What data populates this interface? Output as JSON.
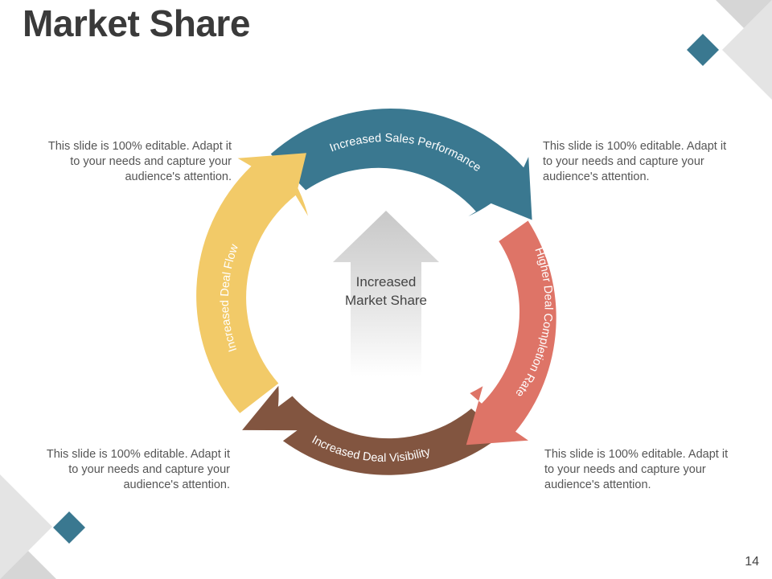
{
  "title": "Market Share",
  "center": {
    "label": "Increased Market Share"
  },
  "cycle": [
    {
      "label": "Increased Sales Performance",
      "color": "#3a7890"
    },
    {
      "label": "Higher Deal Completion Rate",
      "color": "#de7467"
    },
    {
      "label": "Increased Deal Visibility",
      "color": "#825540"
    },
    {
      "label": "Increased Deal Flow",
      "color": "#f2ca68"
    }
  ],
  "notes": {
    "top_left": "This slide is 100% editable. Adapt it to your needs and capture your audience's attention.",
    "top_right": "This slide is 100% editable. Adapt it to your needs and capture your audience's attention.",
    "bottom_left": "This slide is 100% editable. Adapt it to your needs and capture your audience's attention.",
    "bottom_right": "This slide is 100% editable. Adapt it to your needs and capture your audience's attention."
  },
  "accent_color": "#3a7890",
  "page_number": "14"
}
